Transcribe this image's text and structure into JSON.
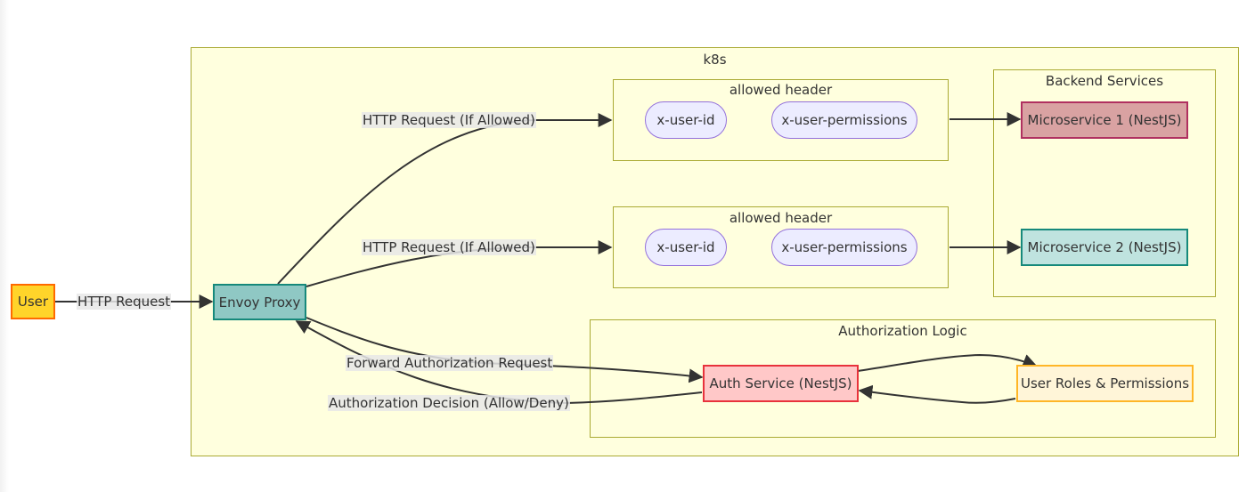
{
  "clusters": {
    "k8s": "k8s",
    "allowed_header_1": "allowed header",
    "allowed_header_2": "allowed header",
    "backend": "Backend Services",
    "authz": "Authorization Logic"
  },
  "nodes": {
    "user": "User",
    "envoy": "Envoy Proxy",
    "hdr1_id": "x-user-id",
    "hdr1_perm": "x-user-permissions",
    "hdr2_id": "x-user-id",
    "hdr2_perm": "x-user-permissions",
    "ms1": "Microservice 1 (NestJS)",
    "ms2": "Microservice 2 (NestJS)",
    "auth": "Auth Service (NestJS)",
    "roles": "User Roles & Permissions"
  },
  "edges": {
    "http_request": "HTTP Request",
    "http_allowed_1": "HTTP Request (If Allowed)",
    "http_allowed_2": "HTTP Request (If Allowed)",
    "forward_auth": "Forward Authorization Request",
    "auth_decision": "Authorization Decision (Allow/Deny)"
  },
  "colors": {
    "cluster_fill": "#ffffde",
    "cluster_border": "#aaaa33",
    "user_fill": "#ffd42a",
    "user_border": "#ff6a00",
    "envoy_fill": "#8fc8c4",
    "envoy_border": "#16897b",
    "ms1_fill": "#d9a2a2",
    "ms1_border": "#b03060",
    "ms2_fill": "#bfe3df",
    "ms2_border": "#16897b",
    "auth_fill": "#ffc8c8",
    "auth_border": "#e8323c",
    "roles_fill": "#fff5d8",
    "roles_border": "#ffb627",
    "header_fill": "#ececff",
    "header_border": "#9370db"
  }
}
